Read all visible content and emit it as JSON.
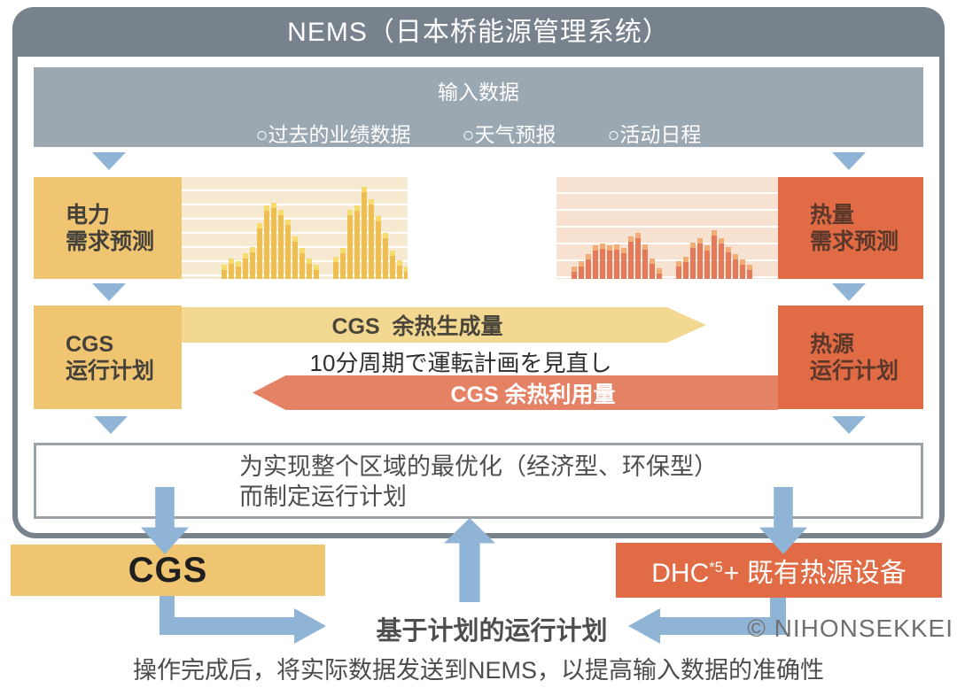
{
  "header": {
    "title": "NEMS（日本桥能源管理系统）"
  },
  "inputs": {
    "title": "输入数据",
    "items": [
      "○过去的业绩数据",
      "○天气预报",
      "○活动日程"
    ]
  },
  "forecast": {
    "power": {
      "line1": "电力",
      "line2": "需求预测"
    },
    "heat": {
      "line1": "热量",
      "line2": "需求预测"
    }
  },
  "planning": {
    "cgs": {
      "line1": "CGS",
      "line2": "运行计划"
    },
    "heat_source": {
      "line1": "热源",
      "line2": "运行计划"
    },
    "arrow_generate": "CGS  余热生成量",
    "cycle_note": "10分周期で運転計画を見直し",
    "arrow_use": "CGS 余热利用量"
  },
  "optimization": {
    "line1": "为实现整个区域的最优化（经济型、环保型）",
    "line2": "而制定运行计划"
  },
  "bottom": {
    "cgs_label": "CGS",
    "dhc_prefix": "DHC",
    "dhc_sup": "*5",
    "dhc_suffix": "+ 既有热源设备",
    "plan_operation": "基于计划的运行计划",
    "credit": "© NIHONSEKKEI",
    "caption": "操作完成后，将实际数据发送到NEMS，以提高输入数据的准确性"
  },
  "colors": {
    "frame_gray": "#78828D",
    "input_gray": "#9CA8B1",
    "box_yellow": "#F0C572",
    "box_orange": "#E06B45",
    "chart_yellow_bg": "#F6EBD2",
    "chart_orange_bg": "#F7E2D2",
    "arrow_yellow": "#F3D892",
    "arrow_salmon": "#E58266",
    "accent_blue": "#8FB4D6",
    "text_dark": "#44403A",
    "text_brown": "#5C382B",
    "credit_gray": "#707070"
  },
  "chart_data": [
    {
      "type": "bar",
      "name": "power-demand-forecast",
      "title": "电力需求预测",
      "unit": "relative-height-percent",
      "gridlines": true,
      "bar_color": "#EDBF52",
      "cap_color": "#F6DB6E",
      "groups": [
        [
          14,
          20,
          17,
          25,
          31,
          55,
          72,
          75,
          68,
          58,
          42,
          30,
          20,
          14
        ],
        [
          22,
          30,
          68,
          72,
          90,
          78,
          62,
          45,
          28,
          18,
          12
        ]
      ]
    },
    {
      "type": "bar",
      "name": "heat-demand-forecast",
      "title": "热量需求预测",
      "unit": "relative-height-percent",
      "gridlines": true,
      "bar_color": "#E5795A",
      "cap_color": "#F2AC74",
      "groups": [
        [
          12,
          17,
          24,
          33,
          35,
          33,
          34,
          30,
          42,
          45,
          34,
          20,
          10
        ],
        [
          17,
          22,
          36,
          40,
          33,
          48,
          40,
          31,
          24,
          19,
          14
        ]
      ]
    }
  ]
}
